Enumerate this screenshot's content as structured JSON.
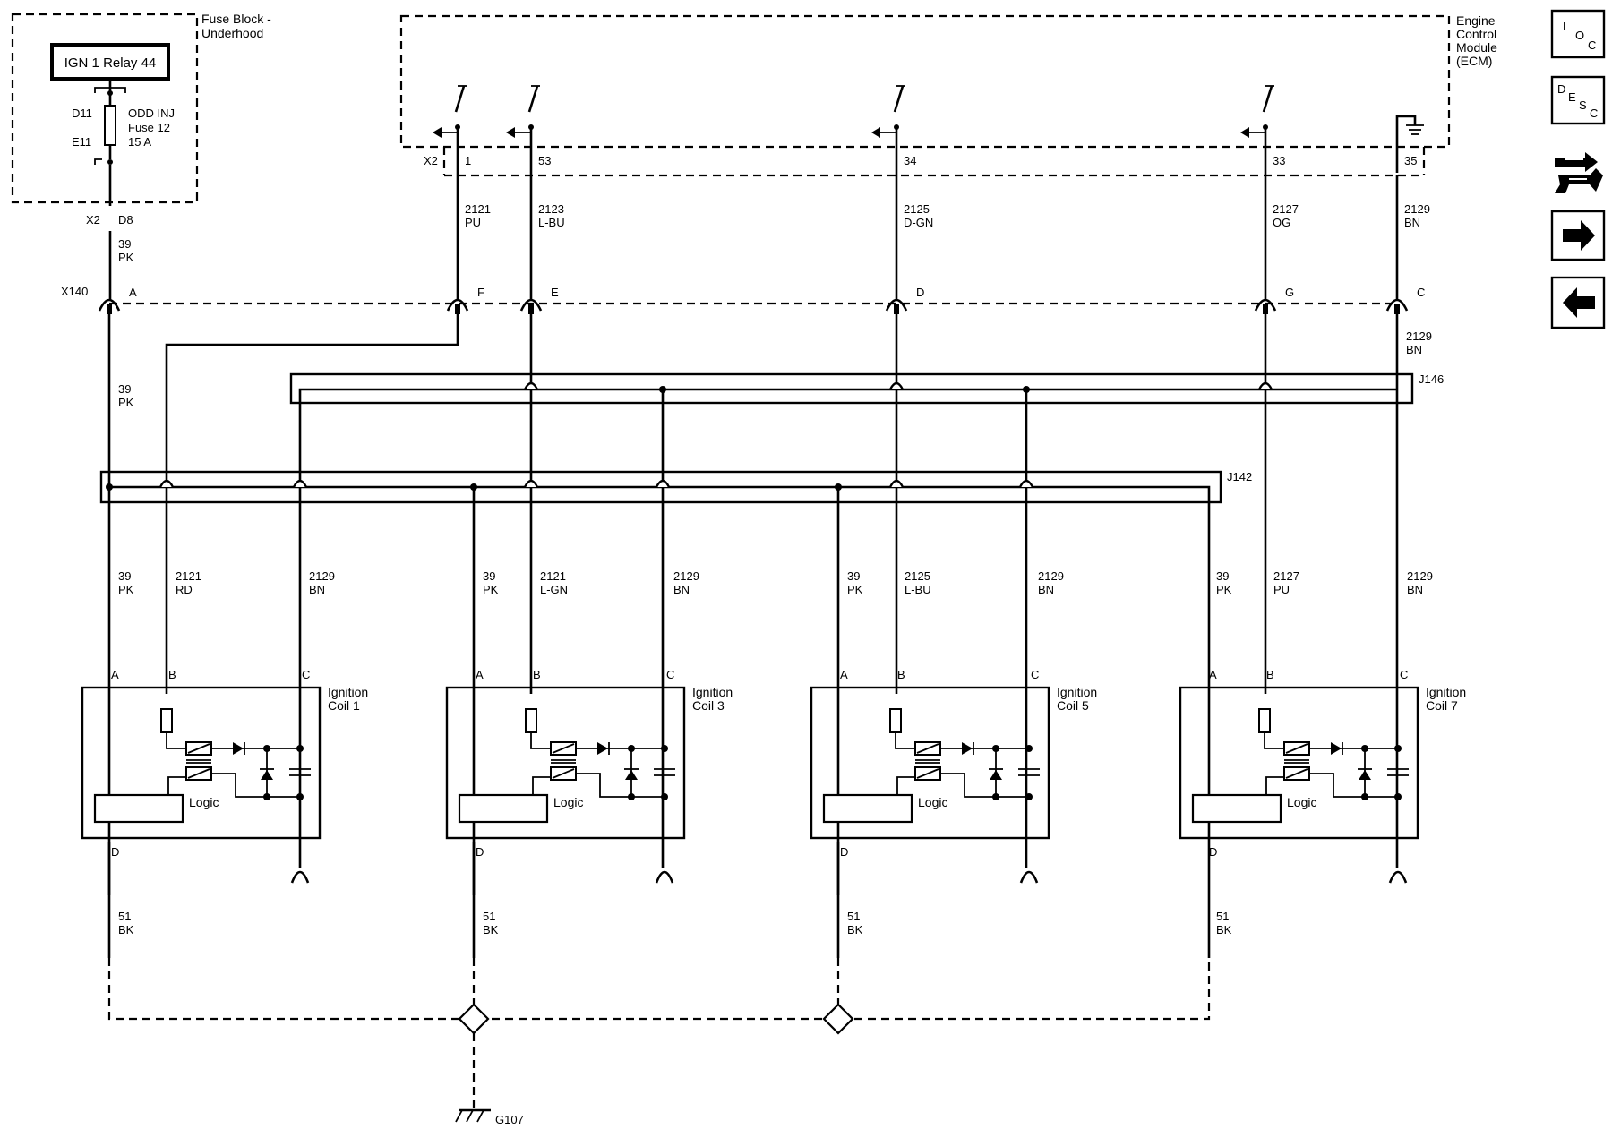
{
  "fuse_block": {
    "title_line1": "Fuse Block -",
    "title_line2": "Underhood",
    "relay": "IGN 1 Relay 44",
    "pin_top": "D11",
    "pin_bottom": "E11",
    "fuse_line1": "ODD INJ",
    "fuse_line2": "Fuse 12",
    "fuse_line3": "15 A",
    "connector": "X2",
    "connector_pin": "D8"
  },
  "ecm": {
    "title_line1": "Engine",
    "title_line2": "Control",
    "title_line3": "Module",
    "title_line4": "(ECM)",
    "connector": "X2",
    "pins": [
      "1",
      "53",
      "34",
      "33",
      "35"
    ]
  },
  "ecm_wires": [
    {
      "circuit": "2121",
      "color": "PU"
    },
    {
      "circuit": "2123",
      "color": "L-BU"
    },
    {
      "circuit": "2125",
      "color": "D-GN"
    },
    {
      "circuit": "2127",
      "color": "OG"
    },
    {
      "circuit": "2129",
      "color": "BN"
    }
  ],
  "feed_wire": {
    "circuit": "39",
    "color": "PK"
  },
  "x140": {
    "name": "X140",
    "pins": [
      "A",
      "F",
      "E",
      "D",
      "G",
      "C"
    ]
  },
  "below_x140_wires": [
    {
      "circuit": "39",
      "color": "PK"
    },
    {
      "circuit": "2129",
      "color": "BN"
    }
  ],
  "splices": {
    "j146": "J146",
    "j142": "J142"
  },
  "coils": [
    {
      "name_line1": "Ignition",
      "name_line2": "Coil 1",
      "pins": [
        "A",
        "B",
        "C",
        "D"
      ],
      "logic": "Logic",
      "wire_a": {
        "circuit": "39",
        "color": "PK"
      },
      "wire_b": {
        "circuit": "2121",
        "color": "RD"
      },
      "wire_c": {
        "circuit": "2129",
        "color": "BN"
      },
      "wire_d": {
        "circuit": "51",
        "color": "BK"
      }
    },
    {
      "name_line1": "Ignition",
      "name_line2": "Coil 3",
      "pins": [
        "A",
        "B",
        "C",
        "D"
      ],
      "logic": "Logic",
      "wire_a": {
        "circuit": "39",
        "color": "PK"
      },
      "wire_b": {
        "circuit": "2121",
        "color": "L-GN"
      },
      "wire_c": {
        "circuit": "2129",
        "color": "BN"
      },
      "wire_d": {
        "circuit": "51",
        "color": "BK"
      }
    },
    {
      "name_line1": "Ignition",
      "name_line2": "Coil 5",
      "pins": [
        "A",
        "B",
        "C",
        "D"
      ],
      "logic": "Logic",
      "wire_a": {
        "circuit": "39",
        "color": "PK"
      },
      "wire_b": {
        "circuit": "2125",
        "color": "L-BU"
      },
      "wire_c": {
        "circuit": "2129",
        "color": "BN"
      },
      "wire_d": {
        "circuit": "51",
        "color": "BK"
      }
    },
    {
      "name_line1": "Ignition",
      "name_line2": "Coil 7",
      "pins": [
        "A",
        "B",
        "C",
        "D"
      ],
      "logic": "Logic",
      "wire_a": {
        "circuit": "39",
        "color": "PK"
      },
      "wire_b": {
        "circuit": "2127",
        "color": "PU"
      },
      "wire_c": {
        "circuit": "2129",
        "color": "BN"
      },
      "wire_d": {
        "circuit": "51",
        "color": "BK"
      }
    }
  ],
  "ground": {
    "name": "G107"
  },
  "nav": {
    "loc": {
      "l": "L",
      "o": "O",
      "c": "C"
    },
    "desc": {
      "d": "D",
      "e": "E",
      "s": "S",
      "c": "C"
    },
    "icons": [
      "loc-icon",
      "desc-icon",
      "connector-tool-icon",
      "next-arrow-icon",
      "back-arrow-icon"
    ]
  }
}
